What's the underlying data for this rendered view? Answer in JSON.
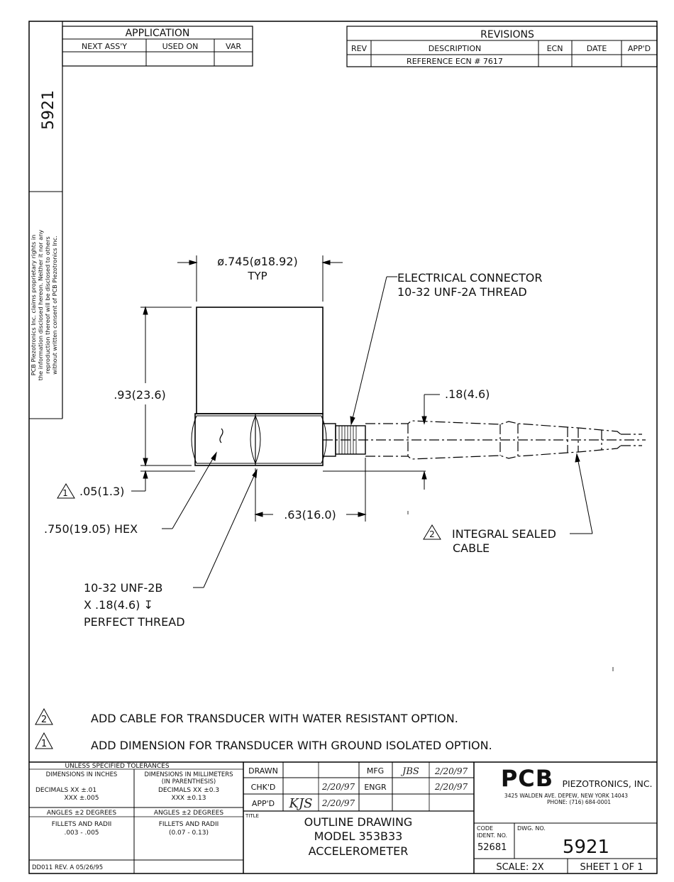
{
  "application": {
    "title": "APPLICATION",
    "columns": [
      "NEXT ASS'Y",
      "USED ON",
      "VAR"
    ]
  },
  "revisions": {
    "title": "REVISIONS",
    "columns": [
      "REV",
      "DESCRIPTION",
      "ECN",
      "DATE",
      "APP'D"
    ],
    "rows": [
      {
        "rev": "",
        "description": "REFERENCE ECN # 7617",
        "ecn": "",
        "date": "",
        "appd": ""
      }
    ]
  },
  "side_number": "5921",
  "proprietary_notice": [
    "PCB Piezotronics Inc. claims proprietary rights in",
    "the information disclosed hereon. Neither it nor any",
    "reproduction thereof will be disclosed to others",
    "without written consent of PCB Piezotronics Inc."
  ],
  "dimensions": {
    "diameter": "ø.745(ø18.92)",
    "diameter_note": "TYP",
    "height": ".93(23.6)",
    "iso_gap": ".05(1.3)",
    "iso_gap_marker": "1",
    "hex": ".750(19.05) HEX",
    "connector_len": ".63(16.0)",
    "cable_dia": ".18(4.6)",
    "connector_line1": "ELECTRICAL CONNECTOR",
    "connector_line2": "10-32 UNF-2A THREAD",
    "cable_marker": "2",
    "cable_line1": "INTEGRAL SEALED",
    "cable_line2": "CABLE",
    "thread_line1": "10-32 UNF-2B",
    "thread_line2": "X .18(4.6) ↧",
    "thread_line3": "PERFECT THREAD"
  },
  "notes": [
    {
      "marker": "2",
      "text": "ADD CABLE FOR TRANSDUCER WITH WATER RESISTANT OPTION."
    },
    {
      "marker": "1",
      "text": "ADD DIMENSION FOR TRANSDUCER WITH GROUND ISOLATED OPTION."
    }
  ],
  "tolerances": {
    "header": "UNLESS SPECIFIED TOLERANCES",
    "inches_header": "DIMENSIONS IN INCHES",
    "mm_header_1": "DIMENSIONS IN MILLIMETERS",
    "mm_header_2": "(IN PARENTHESIS)",
    "inch_dec_1": "DECIMALS  XX ±.01",
    "inch_dec_2": "XXX ±.005",
    "mm_dec_1": "DECIMALS  XX ±0.3",
    "mm_dec_2": "XXX ±0.13",
    "inch_angles": "ANGLES ±2 DEGREES",
    "mm_angles": "ANGLES ±2 DEGREES",
    "inch_fillets_1": "FILLETS AND RADII",
    "inch_fillets_2": ".003 - .005",
    "mm_fillets_1": "FILLETS AND RADII",
    "mm_fillets_2": "(0.07 - 0.13)",
    "form_id": "DD011 REV. A 05/26/95"
  },
  "signoffs": {
    "drawn_label": "DRAWN",
    "chkd_label": "CHK'D",
    "appd_label": "APP'D",
    "mfg_label": "MFG",
    "engr_label": "ENGR",
    "drawn_sig": "",
    "drawn_date": "",
    "chkd_sig": "",
    "chkd_date": "2/20/97",
    "appd_sig": "KJS",
    "appd_date": "2/20/97",
    "mfg_sig": "JBS",
    "mfg_date": "2/20/97",
    "engr_sig": "",
    "engr_date": "2/20/97"
  },
  "title_block": {
    "title_label": "TITLE",
    "title_1": "OUTLINE DRAWING",
    "title_2": "MODEL 353B33",
    "title_3": "ACCELEROMETER",
    "company_logo": "PCB",
    "company_name": "PIEZOTRONICS, INC.",
    "address": "3425 WALDEN AVE. DEPEW, NEW YORK 14043",
    "phone": "PHONE: (716) 684-0001",
    "code_label_1": "CODE",
    "code_label_2": "IDENT. NO.",
    "code_value": "52681",
    "dwg_label": "DWG. NO.",
    "dwg_value": "5921",
    "scale": "SCALE:   2X",
    "sheet": "SHEET  1  OF  1"
  }
}
